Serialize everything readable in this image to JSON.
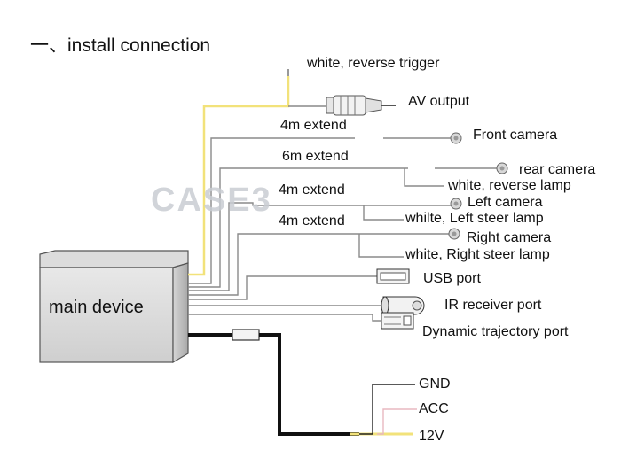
{
  "title": "一、install connection",
  "watermark": "CASE3",
  "main_device": "main device",
  "av": {
    "trigger": "white, reverse trigger",
    "output": "AV output"
  },
  "cameras": {
    "front": {
      "extend": "4m extend",
      "name": "Front camera"
    },
    "rear": {
      "extend": "6m extend",
      "name": "rear camera",
      "lamp": "white, reverse lamp"
    },
    "left": {
      "extend": "4m extend",
      "name": "Left camera",
      "lamp": "whilte, Left steer lamp"
    },
    "right": {
      "extend": "4m extend",
      "name": "Right camera",
      "lamp": "white, Right steer lamp"
    }
  },
  "ports": {
    "usb": "USB port",
    "ir": "IR receiver port",
    "trajectory": "Dynamic trajectory port"
  },
  "power": {
    "gnd": "GND",
    "acc": "ACC",
    "v12": "12V"
  },
  "colors": {
    "yellow": "#f2e27a",
    "pink": "#e8b8c0",
    "black": "#111111",
    "gray": "#888888"
  }
}
